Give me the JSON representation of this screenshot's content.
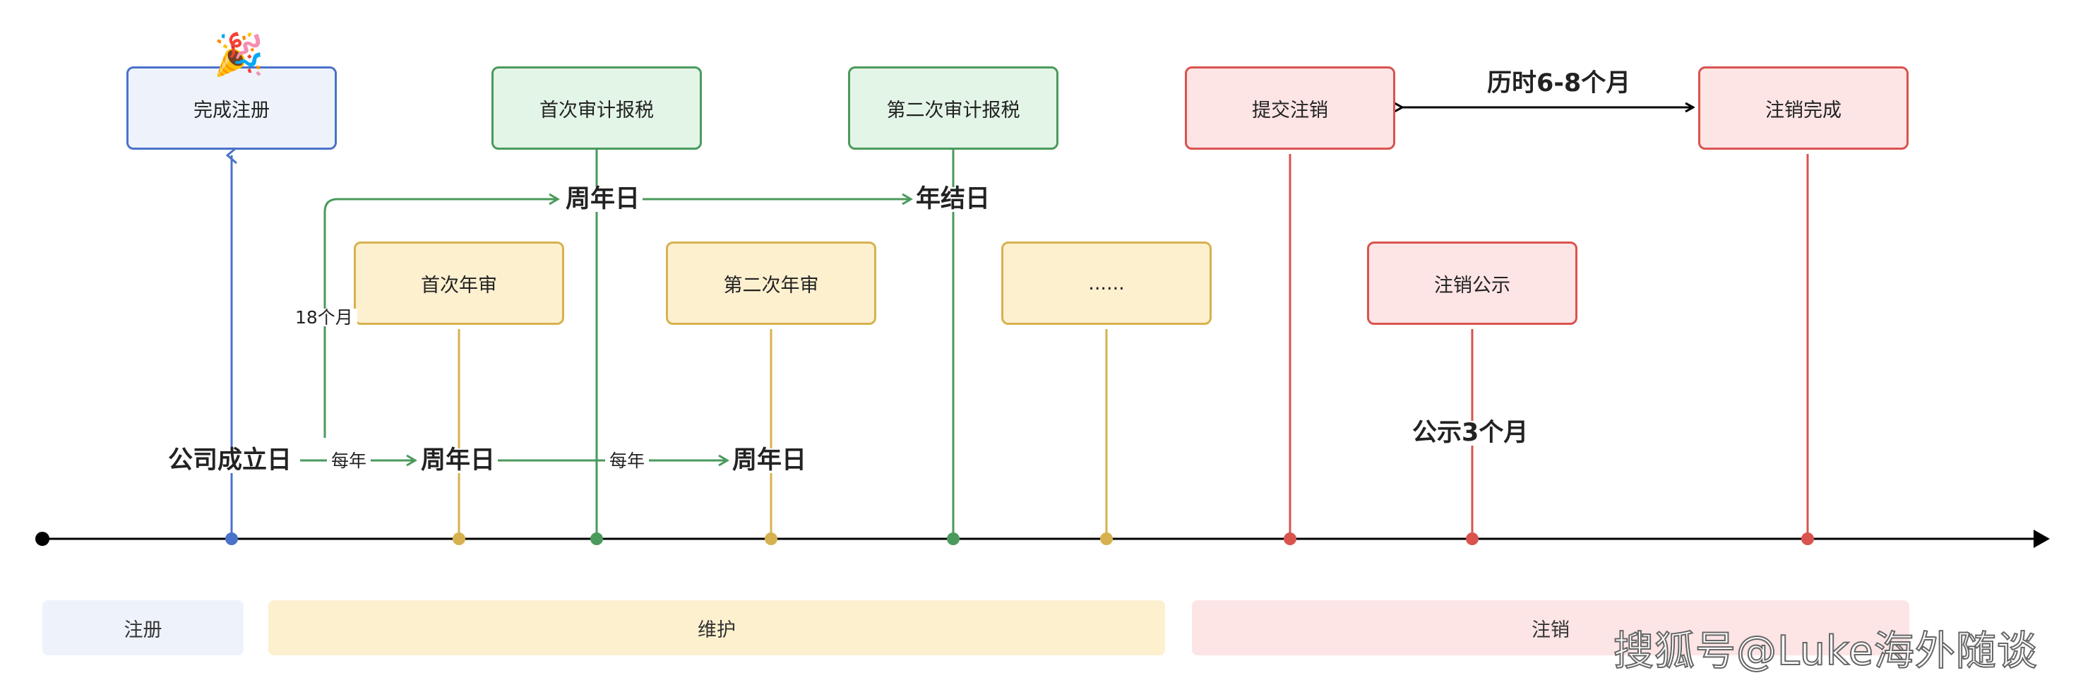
{
  "boxes": {
    "complete_registration": "完成注册",
    "first_audit_tax": "首次审计报税",
    "second_audit_tax": "第二次审计报税",
    "submit_cancellation": "提交注销",
    "cancellation_complete": "注销完成",
    "first_annual_review": "首次年审",
    "second_annual_review": "第二次年审",
    "more": "......",
    "cancellation_notice": "注销公示"
  },
  "labels": {
    "duration": "历时6-8个月",
    "anniversary_1": "周年日",
    "year_end": "年结日",
    "eighteen_months": "18个月",
    "founding_day": "公司成立日",
    "every_year_1": "每年",
    "anniversary_2": "周年日",
    "every_year_2": "每年",
    "anniversary_3": "周年日",
    "notice_3_months": "公示3个月"
  },
  "phases": {
    "registration": "注册",
    "maintenance": "维护",
    "cancellation": "注销"
  },
  "watermark": "搜狐号@Luke海外随谈",
  "icons": {
    "celebration": "party-popper-icon"
  },
  "colors": {
    "blue": "#4a72c9",
    "green": "#4a9a5c",
    "yellow": "#d7b14f",
    "red": "#d9534f",
    "axis": "#000000"
  }
}
